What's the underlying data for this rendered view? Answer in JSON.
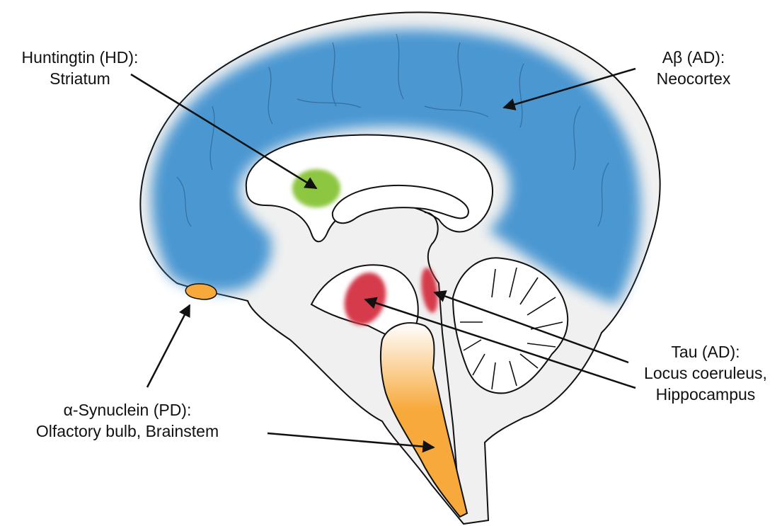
{
  "labels": {
    "huntingtin": {
      "line1": "Huntingtin (HD):",
      "line2": "Striatum"
    },
    "abeta": {
      "line1": "Aβ (AD):",
      "line2": "Neocortex"
    },
    "tau": {
      "line1": "Tau (AD):",
      "line2": "Locus coeruleus,",
      "line3": "Hippocampus"
    },
    "synuclein": {
      "line1": "α-Synuclein (PD):",
      "line2": "Olfactory bulb, Brainstem"
    }
  },
  "colors": {
    "neocortex": "#4293d0",
    "striatum": "#8dc63f",
    "tau_regions": "#d53a4c",
    "synuclein": "#f7a93b",
    "brain_fill": "#f0f0f0",
    "outline": "#111111"
  }
}
